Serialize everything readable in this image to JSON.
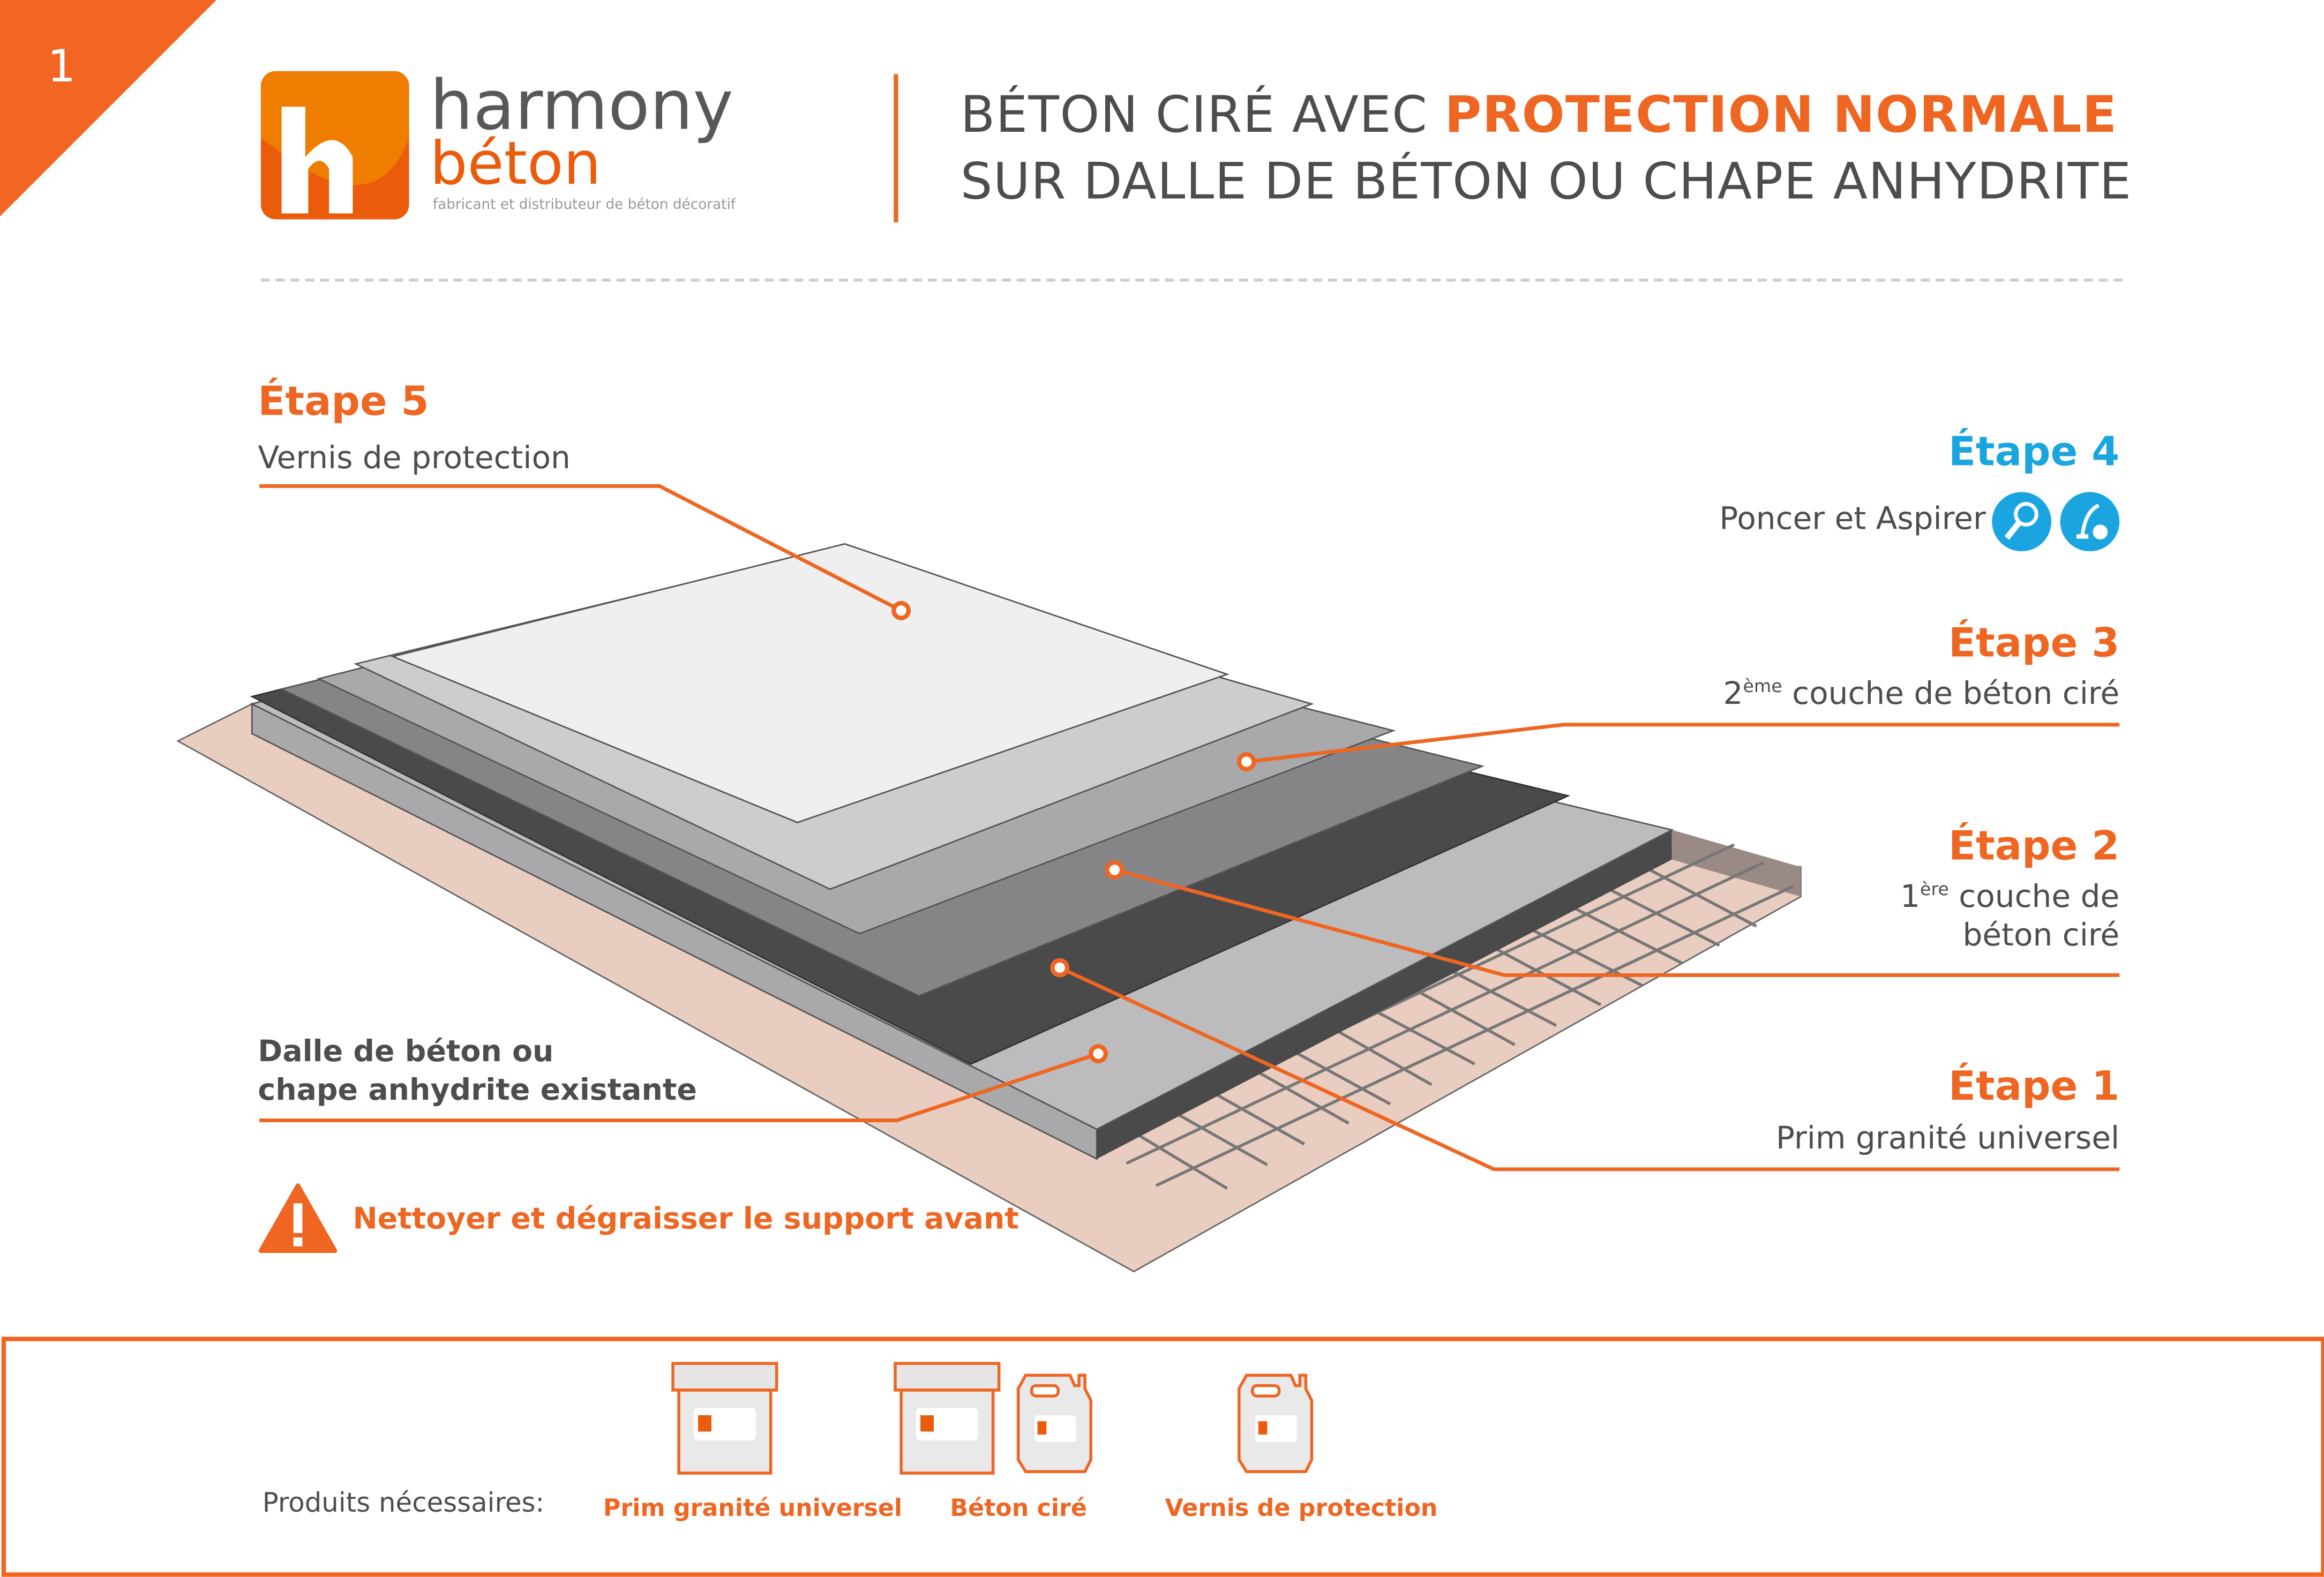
{
  "page_number": "1",
  "logo": {
    "line1": "harmony",
    "line2": "béton",
    "tagline": "fabricant et distributeur de béton décoratif"
  },
  "title": {
    "line1_prefix": "BÉTON CIRÉ AVEC ",
    "line1_highlight": "PROTECTION NORMALE",
    "line2": "SUR DALLE DE BÉTON OU CHAPE ANHYDRITE"
  },
  "steps": [
    {
      "label": "Étape 5",
      "desc": "Vernis de protection"
    },
    {
      "label": "Étape 4",
      "desc": "Poncer et Aspirer"
    },
    {
      "label": "Étape 3",
      "desc_sup": "ème",
      "desc_num": "2",
      "desc": " couche de béton ciré"
    },
    {
      "label": "Étape 2",
      "desc_num": "1",
      "desc_sup": "ère",
      "desc": " couche de",
      "desc2": "béton ciré"
    },
    {
      "label": "Étape 1",
      "desc": "Prim granité universel"
    }
  ],
  "base": {
    "line1": "Dalle de béton ou",
    "line2": "chape anhydrite existante"
  },
  "warning": "Nettoyer et dégraisser le support avant",
  "products": {
    "label": "Produits nécessaires:",
    "items": [
      "Prim granité universel",
      "Béton ciré",
      "Vernis de protection"
    ]
  },
  "colors": {
    "accent": "#ee6622",
    "blue": "#1aa5e0",
    "text": "#4d4d4f"
  },
  "icons": [
    "sander-icon",
    "vacuum-icon",
    "warning-icon"
  ]
}
